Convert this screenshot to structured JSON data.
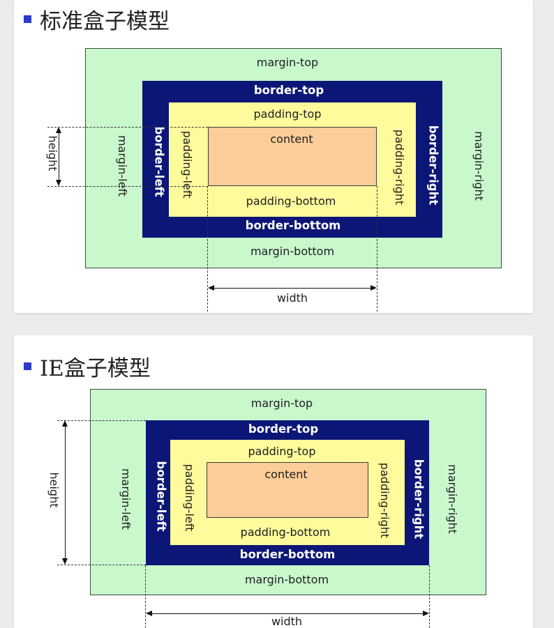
{
  "standard": {
    "title": "标准盒子模型",
    "margin_top": "margin-top",
    "margin_bottom": "margin-bottom",
    "margin_left": "margin-left",
    "margin_right": "margin-right",
    "border_top": "border-top",
    "border_bottom": "border-bottom",
    "border_left": "border-left",
    "border_right": "border-right",
    "padding_top": "padding-top",
    "padding_bottom": "padding-bottom",
    "padding_left": "padding-left",
    "padding_right": "padding-right",
    "content": "content",
    "height": "height",
    "width": "width"
  },
  "ie": {
    "title": "IE盒子模型",
    "margin_top": "margin-top",
    "margin_bottom": "margin-bottom",
    "margin_left": "margin-left",
    "margin_right": "margin-right",
    "border_top": "border-top",
    "border_bottom": "border-bottom",
    "border_left": "border-left",
    "border_right": "border-right",
    "padding_top": "padding-top",
    "padding_bottom": "padding-bottom",
    "padding_left": "padding-left",
    "padding_right": "padding-right",
    "content": "content",
    "height": "height",
    "width": "width"
  },
  "colors": {
    "margin": "#c9f8cd",
    "border": "#0c1676",
    "padding": "#fefb9c",
    "content": "#fbcd98",
    "bullet": "#2a39c8"
  }
}
